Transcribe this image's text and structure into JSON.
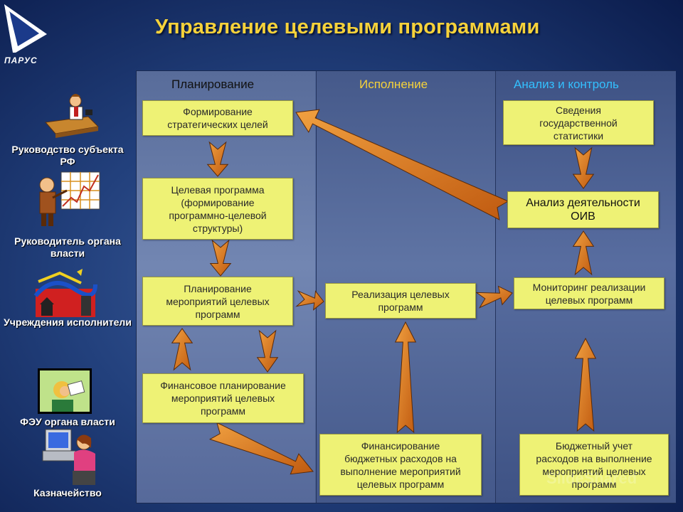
{
  "title": "Управление целевыми программами",
  "logo_text": "ПАРУС",
  "columns": [
    "Планирование",
    "Исполнение",
    "Анализ и контроль"
  ],
  "column_colors": [
    "#111111",
    "#f6d23a",
    "#33c0ff"
  ],
  "roles": [
    "Руководство субъекта РФ",
    "Руководитель органа власти",
    "Учреждения исполнители",
    "ФЭУ органа власти",
    "Казначейство"
  ],
  "boxes": {
    "strategic_goals": [
      "Формирование",
      "стратегических целей"
    ],
    "target_program": [
      "Целевая программа",
      "(формирование",
      "программно-целевой",
      "структуры)"
    ],
    "planning_activities": [
      "Планирование",
      "мероприятий целевых",
      "программ"
    ],
    "financial_planning": [
      "Финансовое планирование",
      "мероприятий целевых",
      "программ"
    ],
    "implementation": [
      "Реализация целевых",
      "программ"
    ],
    "financing": [
      "Финансирование",
      "бюджетных расходов на",
      "выполнение мероприятий",
      "целевых программ"
    ],
    "statistics": [
      "Сведения",
      "государственной",
      "статистики"
    ],
    "analysis": [
      "Анализ деятельности",
      "ОИВ"
    ],
    "monitoring": [
      "Мониторинг реализации",
      "целевых программ"
    ],
    "budget_accounting": [
      "Бюджетный учет",
      "расходов на выполнение",
      "мероприятий целевых",
      "программ"
    ]
  },
  "watermark": "SlideShared",
  "colors": {
    "box": "#eef275",
    "arrow": "#d8741e",
    "title": "#f6d23a"
  }
}
